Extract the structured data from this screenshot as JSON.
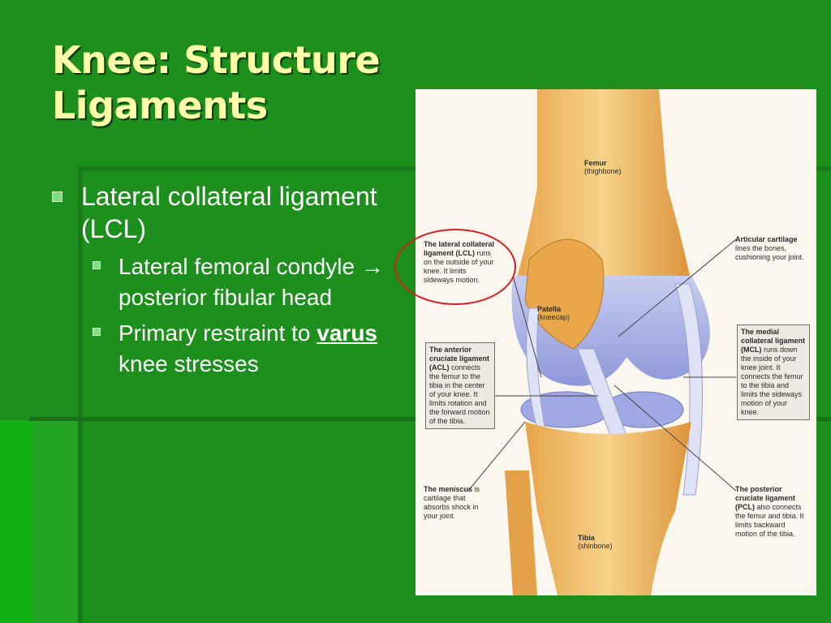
{
  "slide": {
    "title_line1": "Knee: Structure",
    "title_line2": "Ligaments",
    "bullet_main": "Lateral collateral ligament (LCL)",
    "sub1": "Lateral femoral condyle → posterior fibular head",
    "sub2_pre": "Primary restraint to ",
    "sub2_kw": "varus",
    "sub2_post": " knee stresses"
  },
  "figure": {
    "femur_title": "Femur",
    "femur_sub": "(thighbone)",
    "patella_title": "Patella",
    "patella_sub": "(kneecap)",
    "tibia_title": "Tibia",
    "tibia_sub": "(shinbone)",
    "lcl_title": "The lateral collateral ligament (LCL)",
    "lcl_text": "runs on the outside of your knee. It limits sideways motion.",
    "artic_title": "Articular cartilage",
    "artic_text": "lines the bones, cushioning your joint.",
    "acl_title": "The anterior cruciate ligament (ACL)",
    "acl_text": "connects the femur to the tibia in the center of your knee. It limits rotation and the forward motion of the tibia.",
    "mcl_title": "The medial collateral ligament (MCL)",
    "mcl_text": "runs down the inside of your knee joint. It connects the femur to the tibia and limits the sideways motion of your knee.",
    "meniscus_title": "The meniscus",
    "meniscus_text": "is cartilage that absorbs shock in your joint.",
    "pcl_title": "The posterior cruciate ligament (PCL)",
    "pcl_text": "also connects the femur and tibia. It limits backward motion of the tibia."
  },
  "colors": {
    "background": "#1c8f1c",
    "title": "#ffffa8",
    "highlight_ring": "#d62020"
  }
}
